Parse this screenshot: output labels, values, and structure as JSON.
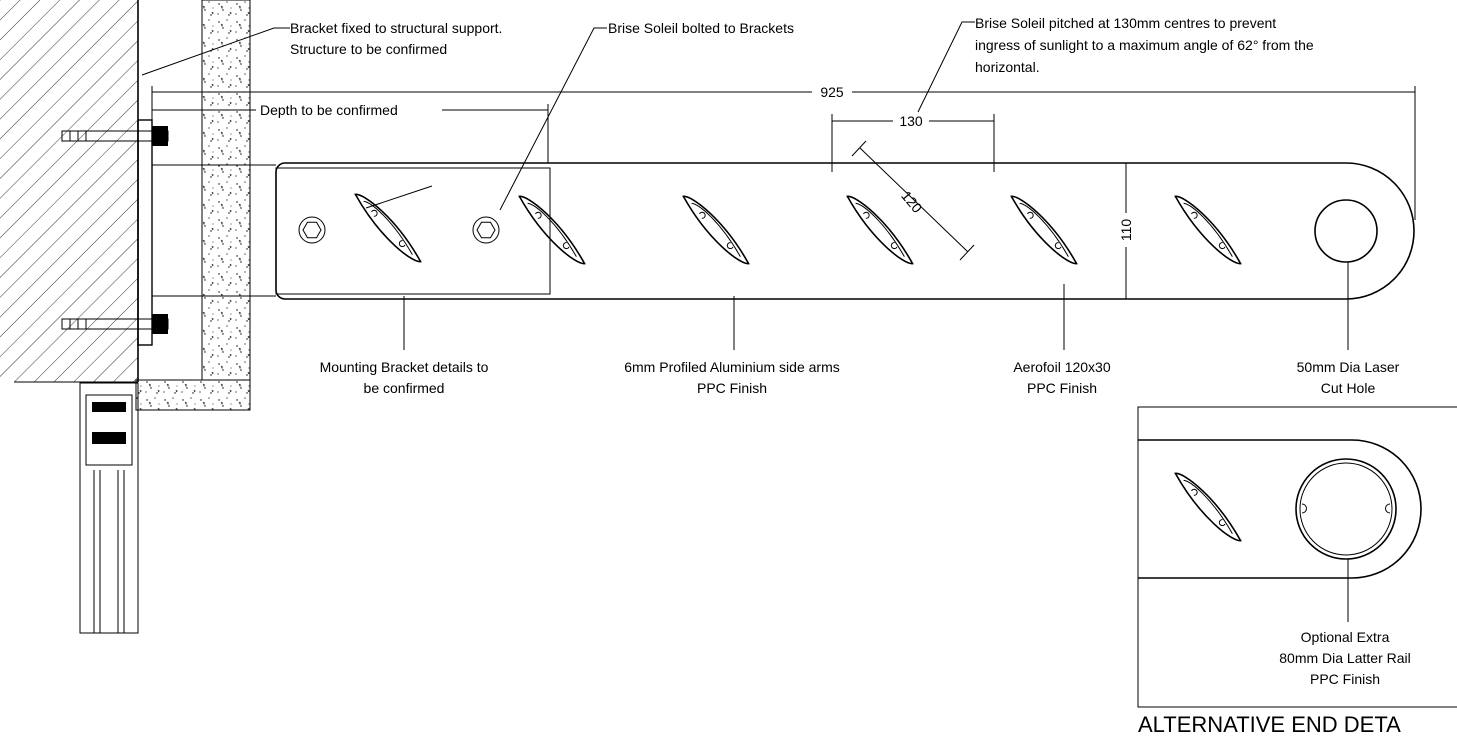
{
  "annotations": {
    "bracket_fixed_line1": "Bracket fixed to structural support.",
    "bracket_fixed_line2": "Structure to be confirmed",
    "brise_bolted": "Brise Soleil bolted to Brackets",
    "pitched_line1": "Brise Soleil pitched at 130mm centres to prevent",
    "pitched_line2": "ingress of sunlight to a maximum angle of 62° from the",
    "pitched_line3": "horizontal.",
    "depth": "Depth to be confirmed",
    "mounting_line1": "Mounting Bracket details to",
    "mounting_line2": "be confirmed",
    "side_arms_line1": "6mm Profiled Aluminium side arms",
    "side_arms_line2": "PPC Finish",
    "aerofoil_line1": "Aerofoil 120x30",
    "aerofoil_line2": "PPC Finish",
    "hole_line1": "50mm Dia Laser",
    "hole_line2": "Cut Hole",
    "optional_line1": "Optional Extra",
    "optional_line2": "80mm Dia Latter Rail",
    "optional_line3": "PPC Finish",
    "alt_title": "ALTERNATIVE END DETA"
  },
  "dimensions": {
    "overall": "925",
    "pitch": "130",
    "blade_width": "120",
    "arm_depth": "110"
  }
}
